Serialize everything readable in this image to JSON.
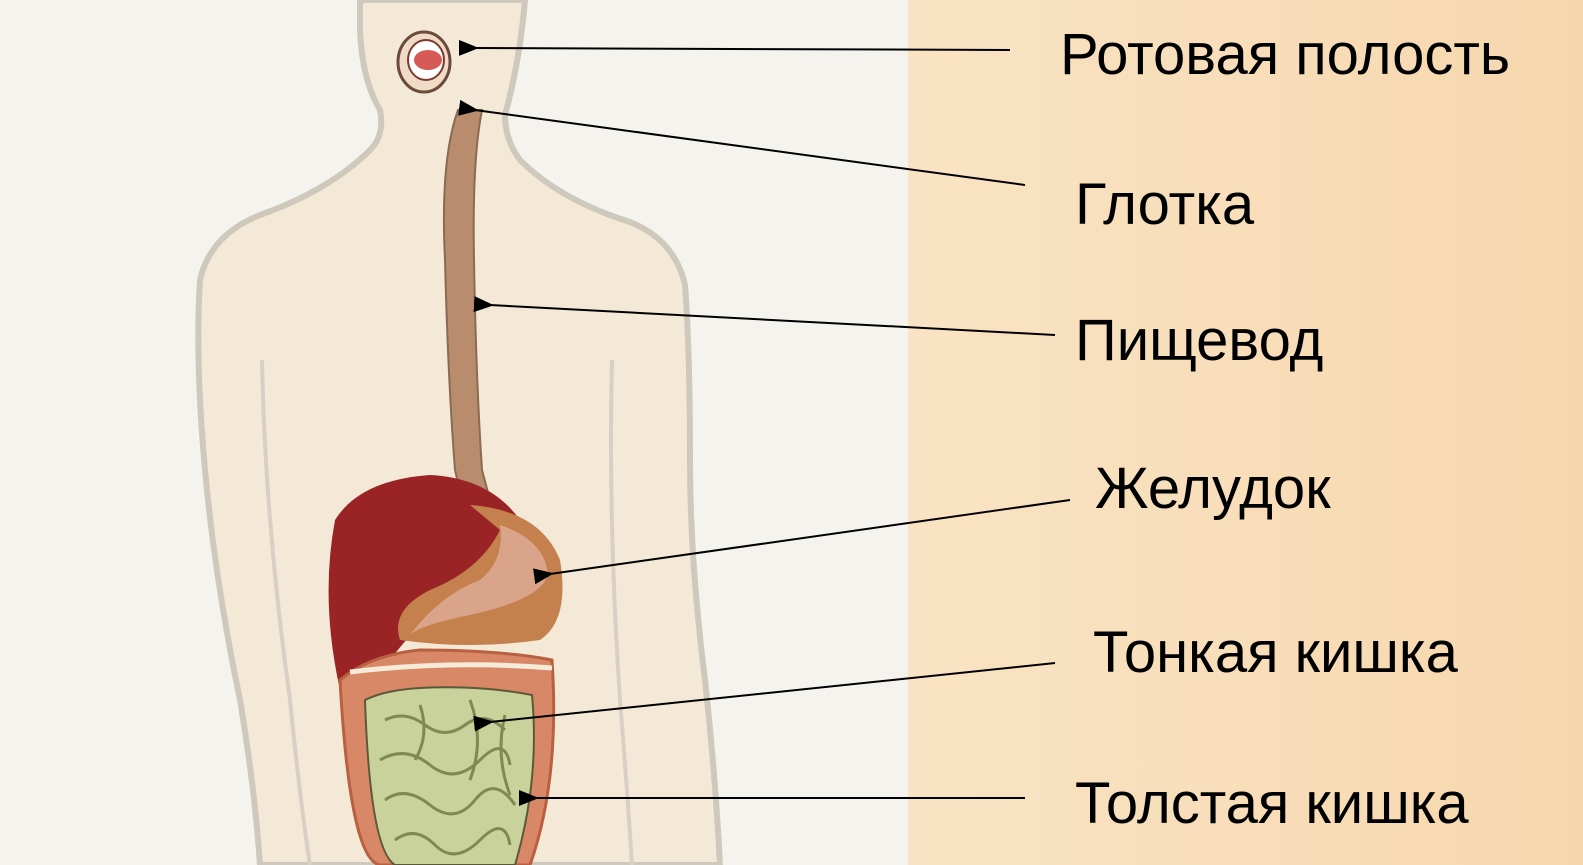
{
  "labels": {
    "mouth": "Ротовая полость",
    "pharynx": "Глотка",
    "esophagus": "Пищевод",
    "stomach": "Желудок",
    "small_intestine": "Тонкая кишка",
    "large_intestine": "Толстая кишка"
  },
  "colors": {
    "body_fill": "#f3e9d6",
    "body_outline": "#cfc8bc",
    "esophagus": "#b98c6e",
    "liver": "#9a2326",
    "stomach": "#c4814d",
    "small_intestine": "#c8d29a",
    "large_intestine": "#d88866"
  }
}
